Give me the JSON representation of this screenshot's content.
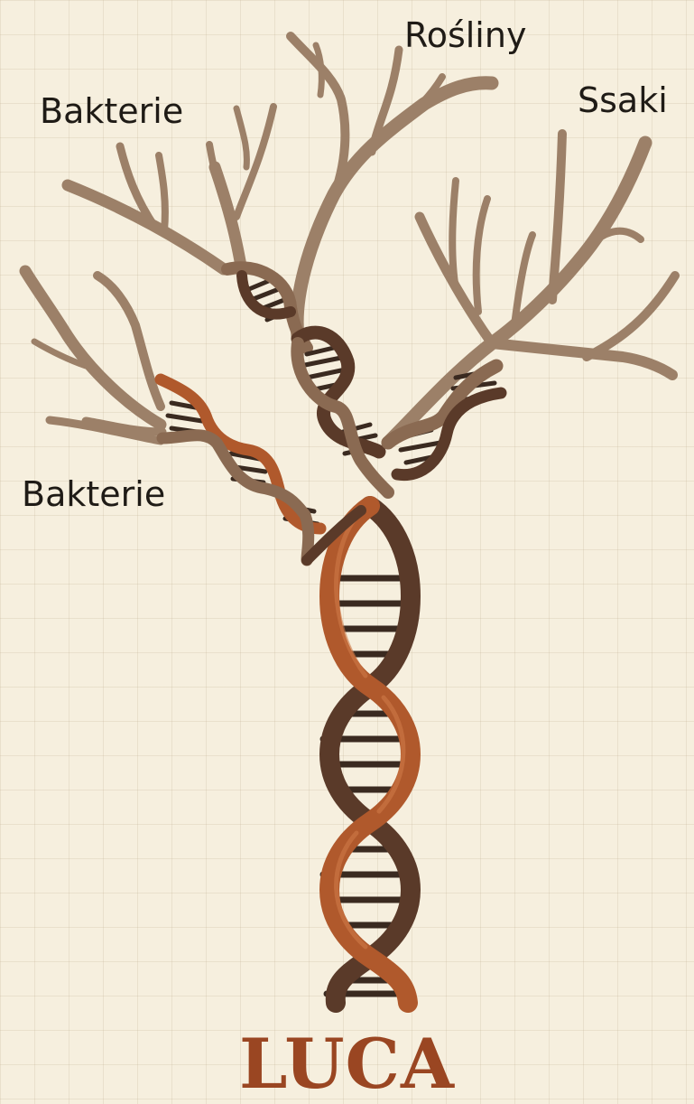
{
  "labels": {
    "bakterie_top": "Bakterie",
    "rosliny": "Rośliny",
    "ssaki": "Ssaki",
    "bakterie_left": "Bakterie"
  },
  "root_label": "LUCA",
  "colors": {
    "background": "#f6efde",
    "strand_copper": "#b0592c",
    "strand_dark": "#5a3a29",
    "branch": "#9c8068",
    "root_label": "#9a4622"
  }
}
